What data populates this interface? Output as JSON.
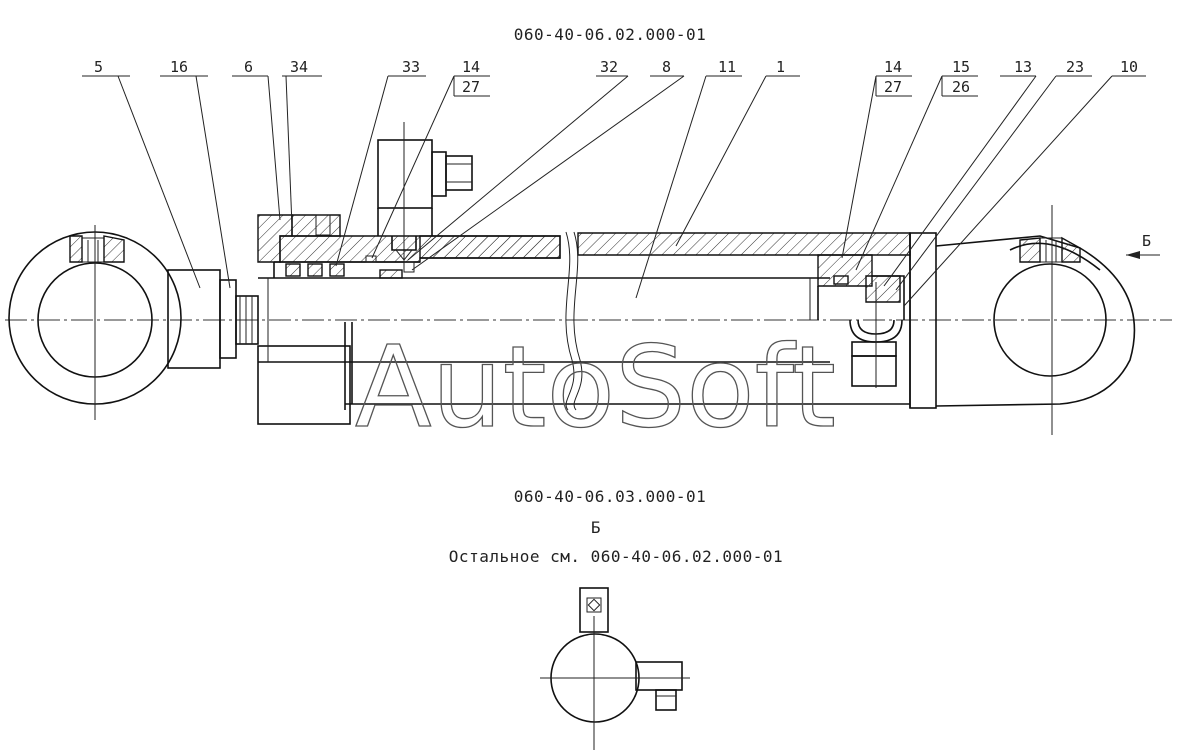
{
  "drawing": {
    "top_code": "060-40-06.02.000-01",
    "bottom_code": "060-40-06.03.000-01",
    "view_letter": "Б",
    "view_arrow_letter": "Б",
    "note": "Остальное см. 060-40-06.02.000-01",
    "watermark": "AutoSoft",
    "callouts_top": [
      "5",
      "16",
      "6",
      "34",
      "33",
      "14",
      "32",
      "8",
      "11",
      "1",
      "14",
      "15",
      "13",
      "23",
      "10"
    ],
    "callouts_sub": [
      "27",
      "27",
      "26"
    ]
  }
}
